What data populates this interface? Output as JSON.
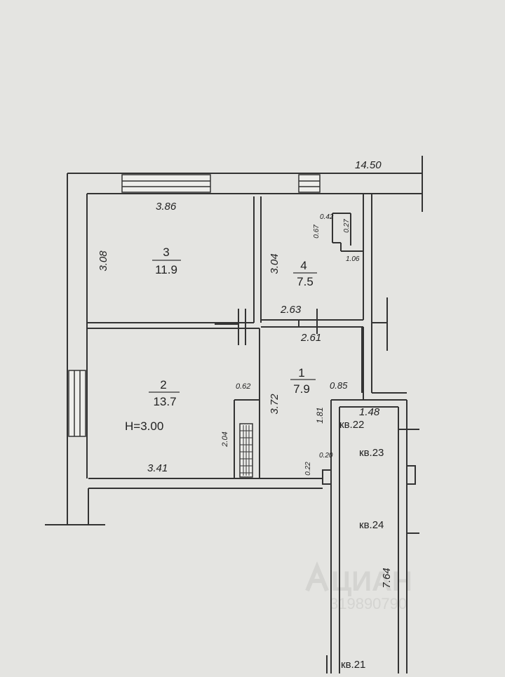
{
  "plan": {
    "overall_dimension": "14.50",
    "height_label": "H=3.00",
    "rooms": [
      {
        "number": "3",
        "area": "11.9",
        "width": "3.86",
        "depth": "3.08"
      },
      {
        "number": "4",
        "area": "7.5",
        "width": "2.63",
        "depth": "3.04"
      },
      {
        "number": "2",
        "area": "13.7",
        "width": "3.41",
        "depth": "2.04"
      },
      {
        "number": "1",
        "area": "7.9",
        "width": "2.61",
        "depth": "3.72"
      }
    ],
    "small_dimensions": [
      "0.42",
      "0.67",
      "0.27",
      "1.06",
      "0.62",
      "0.85",
      "1.48",
      "1.81",
      "0.20",
      "0.22"
    ],
    "corridor_length": "7.64",
    "neighbor_labels": [
      "кв.22",
      "кв.23",
      "кв.24",
      "кв.21"
    ],
    "watermark": {
      "brand": "ЦИАН",
      "id": "319890790"
    }
  }
}
